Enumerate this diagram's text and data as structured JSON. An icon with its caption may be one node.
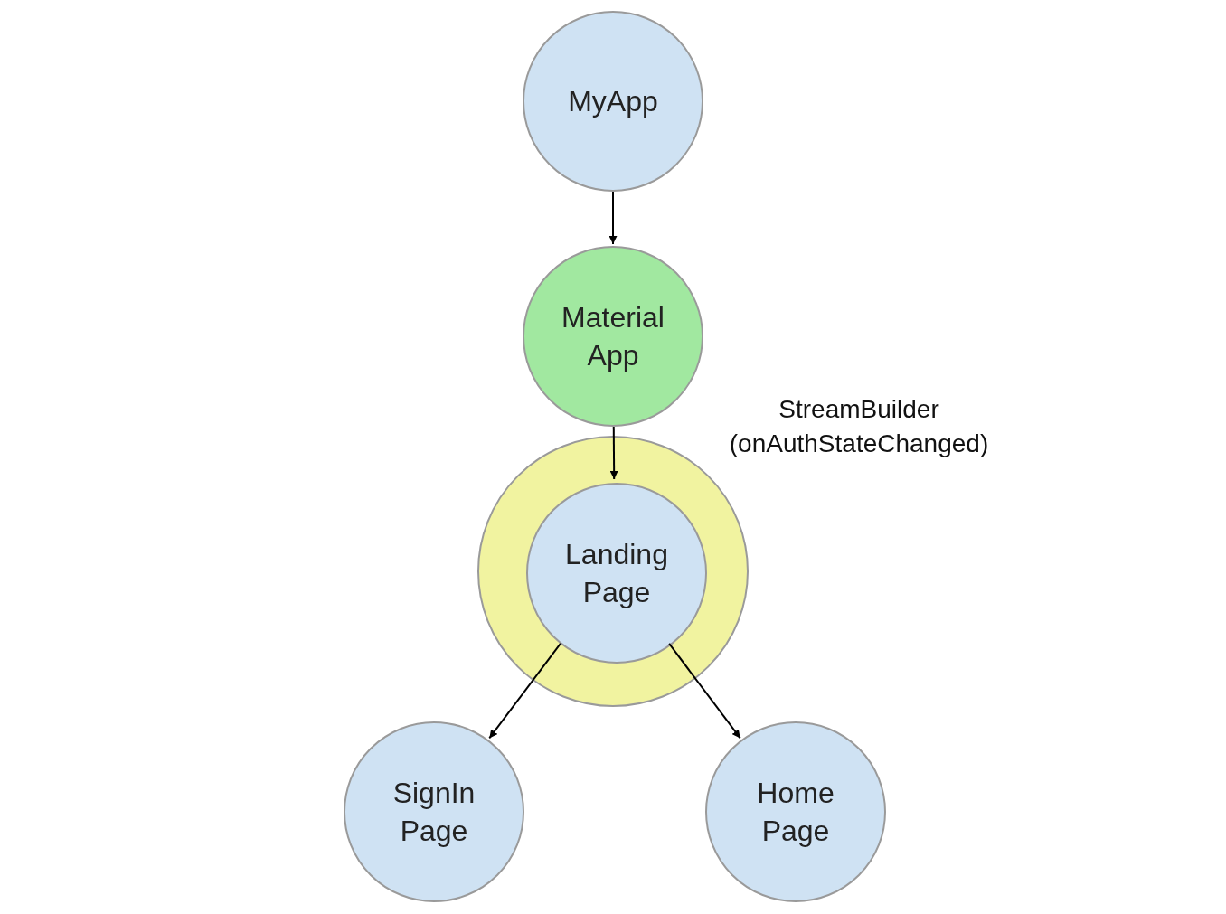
{
  "diagram": {
    "nodes": [
      {
        "text": [
          "MyApp"
        ]
      },
      {
        "text": [
          "Material App"
        ]
      },
      {
        "text": [],
        "shape": "circle",
        "beside": [
          "StreamBuilder (onAuthStateChanged)"
        ]
      },
      {
        "text": [
          "Landing Page"
        ],
        "in": 2
      },
      {
        "text": [
          "SignIn Page"
        ]
      },
      {
        "text": [
          "Home Page"
        ]
      }
    ],
    "edges": [
      {
        "from": 0,
        "to": 1,
        "arrow": "to"
      },
      {
        "from": 1,
        "to": 3,
        "arrow": "to"
      },
      {
        "from": 3,
        "to": 4,
        "arrow": "to"
      },
      {
        "from": 3,
        "to": 5,
        "arrow": "to"
      }
    ]
  }
}
